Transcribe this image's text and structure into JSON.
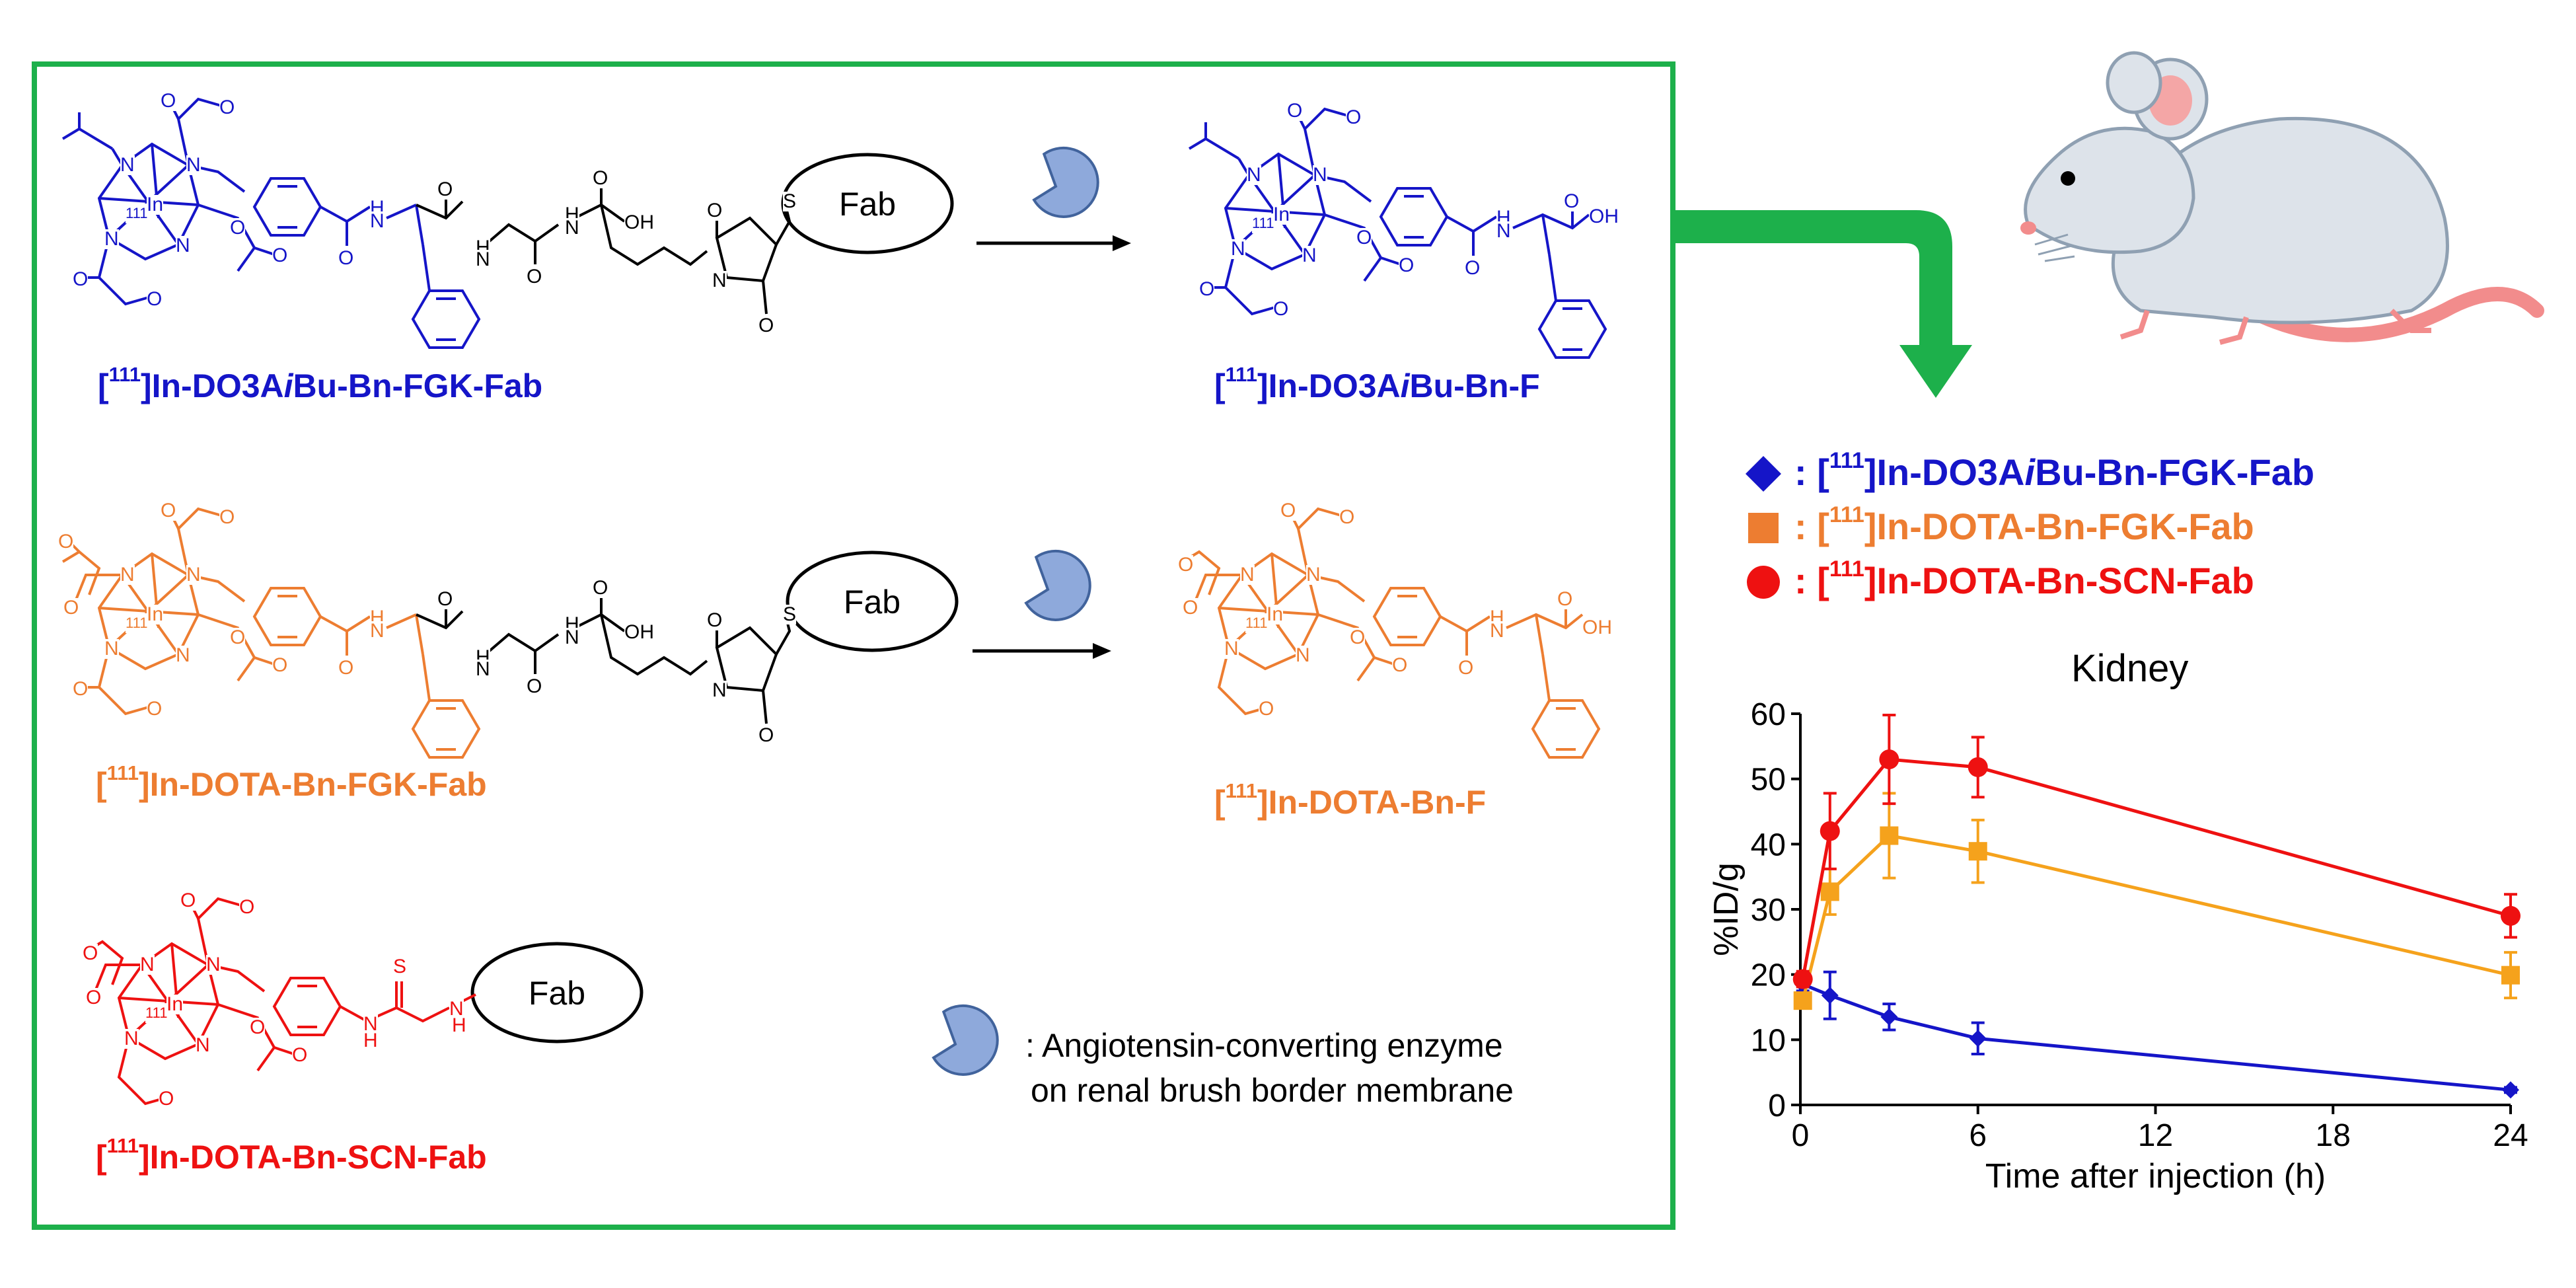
{
  "colors": {
    "blue": "#1515c8",
    "orange": "#ed7d31",
    "red": "#ee1111",
    "series_orange": "#f5a21c",
    "frame_green": "#1db04b",
    "enzyme_fill": "#8ea9db",
    "enzyme_stroke": "#41639c",
    "chem_black": "#000000"
  },
  "compounds": {
    "c1": {
      "name": "In-DO3A",
      "italic": "i",
      "rest": "Bu-Bn-FGK-Fab",
      "isotope": "111",
      "prefix": "[",
      "mid": "]"
    },
    "c2": {
      "name": "In-DO3A",
      "italic": "i",
      "rest": "Bu-Bn-F",
      "isotope": "111",
      "prefix": "[",
      "mid": "]"
    },
    "c3": {
      "name": "In-DOTA-Bn-FGK-Fab",
      "isotope": "111",
      "prefix": "[",
      "mid": "]"
    },
    "c4": {
      "name": "In-DOTA-Bn-F",
      "isotope": "111",
      "prefix": "[",
      "mid": "]"
    },
    "c5": {
      "name": "In-DOTA-Bn-SCN-Fab",
      "isotope": "111",
      "prefix": "[",
      "mid": "]"
    }
  },
  "fab_label": "Fab",
  "atoms": {
    "N": "N",
    "O": "O",
    "H": "H",
    "OH": "OH",
    "S": "S",
    "In": "In",
    "iso": "111"
  },
  "enzyme_note": {
    "line1": ": Angiotensin-converting enzyme",
    "line2": "on renal brush border membrane"
  },
  "legend": [
    {
      "marker": "diamond",
      "sep": ": [",
      "iso": "111",
      "a": "]In-DO3A",
      "i": "i",
      "b": "Bu-Bn-FGK-Fab",
      "color_key": "blue"
    },
    {
      "marker": "square",
      "sep": ": [",
      "iso": "111",
      "a": "]In-DOTA-Bn-FGK-Fab",
      "i": "",
      "b": "",
      "color_key": "orange"
    },
    {
      "marker": "circle",
      "sep": ": [",
      "iso": "111",
      "a": "]In-DOTA-Bn-SCN-Fab",
      "i": "",
      "b": "",
      "color_key": "red"
    }
  ],
  "chart_data": {
    "type": "line",
    "title": "Kidney",
    "xlabel": "Time after injection  (h)",
    "ylabel": "%ID/g",
    "xlim": [
      0,
      24
    ],
    "ylim": [
      0,
      60
    ],
    "xticks": [
      0,
      6,
      12,
      18,
      24
    ],
    "yticks": [
      0,
      10,
      20,
      30,
      40,
      50,
      60
    ],
    "grid": false,
    "series": [
      {
        "marker": "diamond",
        "color_key": "blue",
        "x": [
          0.083,
          1,
          3,
          6,
          24
        ],
        "y": [
          18.5,
          16.8,
          13.5,
          10.2,
          2.3
        ],
        "err": [
          1.0,
          3.6,
          2.0,
          2.4,
          0.4
        ]
      },
      {
        "marker": "square",
        "color_key": "series_orange",
        "x": [
          0.083,
          1,
          3,
          6,
          24
        ],
        "y": [
          16.0,
          32.7,
          41.3,
          38.9,
          19.9
        ],
        "err": [
          1.0,
          3.5,
          6.5,
          4.8,
          3.5
        ]
      },
      {
        "marker": "circle",
        "color_key": "red",
        "x": [
          0.083,
          1,
          3,
          6,
          24
        ],
        "y": [
          19.3,
          42.0,
          53.0,
          51.8,
          29.0
        ],
        "err": [
          1.2,
          5.8,
          6.8,
          4.6,
          3.3
        ]
      }
    ]
  }
}
